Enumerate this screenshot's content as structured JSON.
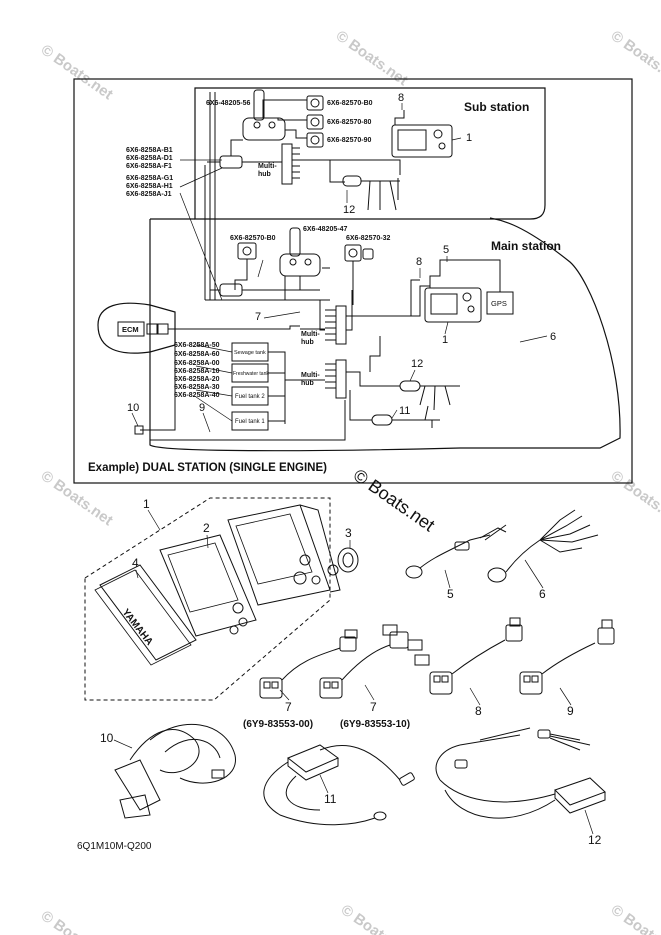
{
  "watermark": {
    "text": "© Boats.net",
    "center_text": "© Boats.net"
  },
  "diagram": {
    "caption": "Example) DUAL STATION (SINGLE ENGINE)",
    "sub_station_label": "Sub station",
    "main_station_label": "Main station",
    "part_codes": {
      "p_48205_56": "6X6-48205-56",
      "p_82570_b0_top": "6X6-82570-B0",
      "p_82570_80": "6X6-82570-80",
      "p_82570_90": "6X6-82570-90",
      "p_8258a_b1": "6X6-8258A-B1",
      "p_8258a_d1": "6X6-8258A-D1",
      "p_8258a_f1": "6X6-8258A-F1",
      "p_8258a_g1": "6X6-8258A-G1",
      "p_8258a_h1": "6X6-8258A-H1",
      "p_8258a_j1": "6X6-8258A-J1",
      "p_82570_b0_mid": "6X6-82570-B0",
      "p_48205_47": "6X6-48205-47",
      "p_82570_32": "6X6-82570-32",
      "p_8258a_50": "6X6-8258A-50",
      "p_8258a_60": "6X6-8258A-60",
      "p_8258a_00": "6X6-8258A-00",
      "p_8258a_10": "6X6-8258A-10",
      "p_8258a_20": "6X6-8258A-20",
      "p_8258a_30": "6X6-8258A-30",
      "p_8258a_40": "6X6-8258A-40"
    },
    "components": {
      "multihub_top": "Multi-\nhub",
      "multihub_mid": "Multi-\nhub",
      "multihub_low": "Multi-\nhub",
      "ecm": "ECM",
      "gps": "GPS",
      "sewage_tank": "Sewage tank",
      "freshwater_tank": "Freshwater tank",
      "fuel_tank_2": "Fuel tank 2",
      "fuel_tank_1": "Fuel tank 1"
    },
    "callouts": {
      "c1_sub": "1",
      "c8_sub": "8",
      "c12_sub": "12",
      "c5_main": "5",
      "c8_main": "8",
      "c1_main": "1",
      "c6_main": "6",
      "c7_main": "7",
      "c12_main": "12",
      "c11_main": "11",
      "c9_main": "9",
      "c10_main": "10"
    }
  },
  "parts": {
    "labels": {
      "n1": "1",
      "n2": "2",
      "n3": "3",
      "n4": "4",
      "n5": "5",
      "n6": "6",
      "n7a": "7",
      "n7b": "7",
      "n8": "8",
      "n9": "9",
      "n10": "10",
      "n11": "11",
      "n12": "12"
    },
    "variant_7a": "(6Y9-83553-00)",
    "variant_7b": "(6Y9-83553-10)",
    "brand_on_cover": "YAMAHA",
    "drawing_code": "6Q1M10M-Q200"
  }
}
